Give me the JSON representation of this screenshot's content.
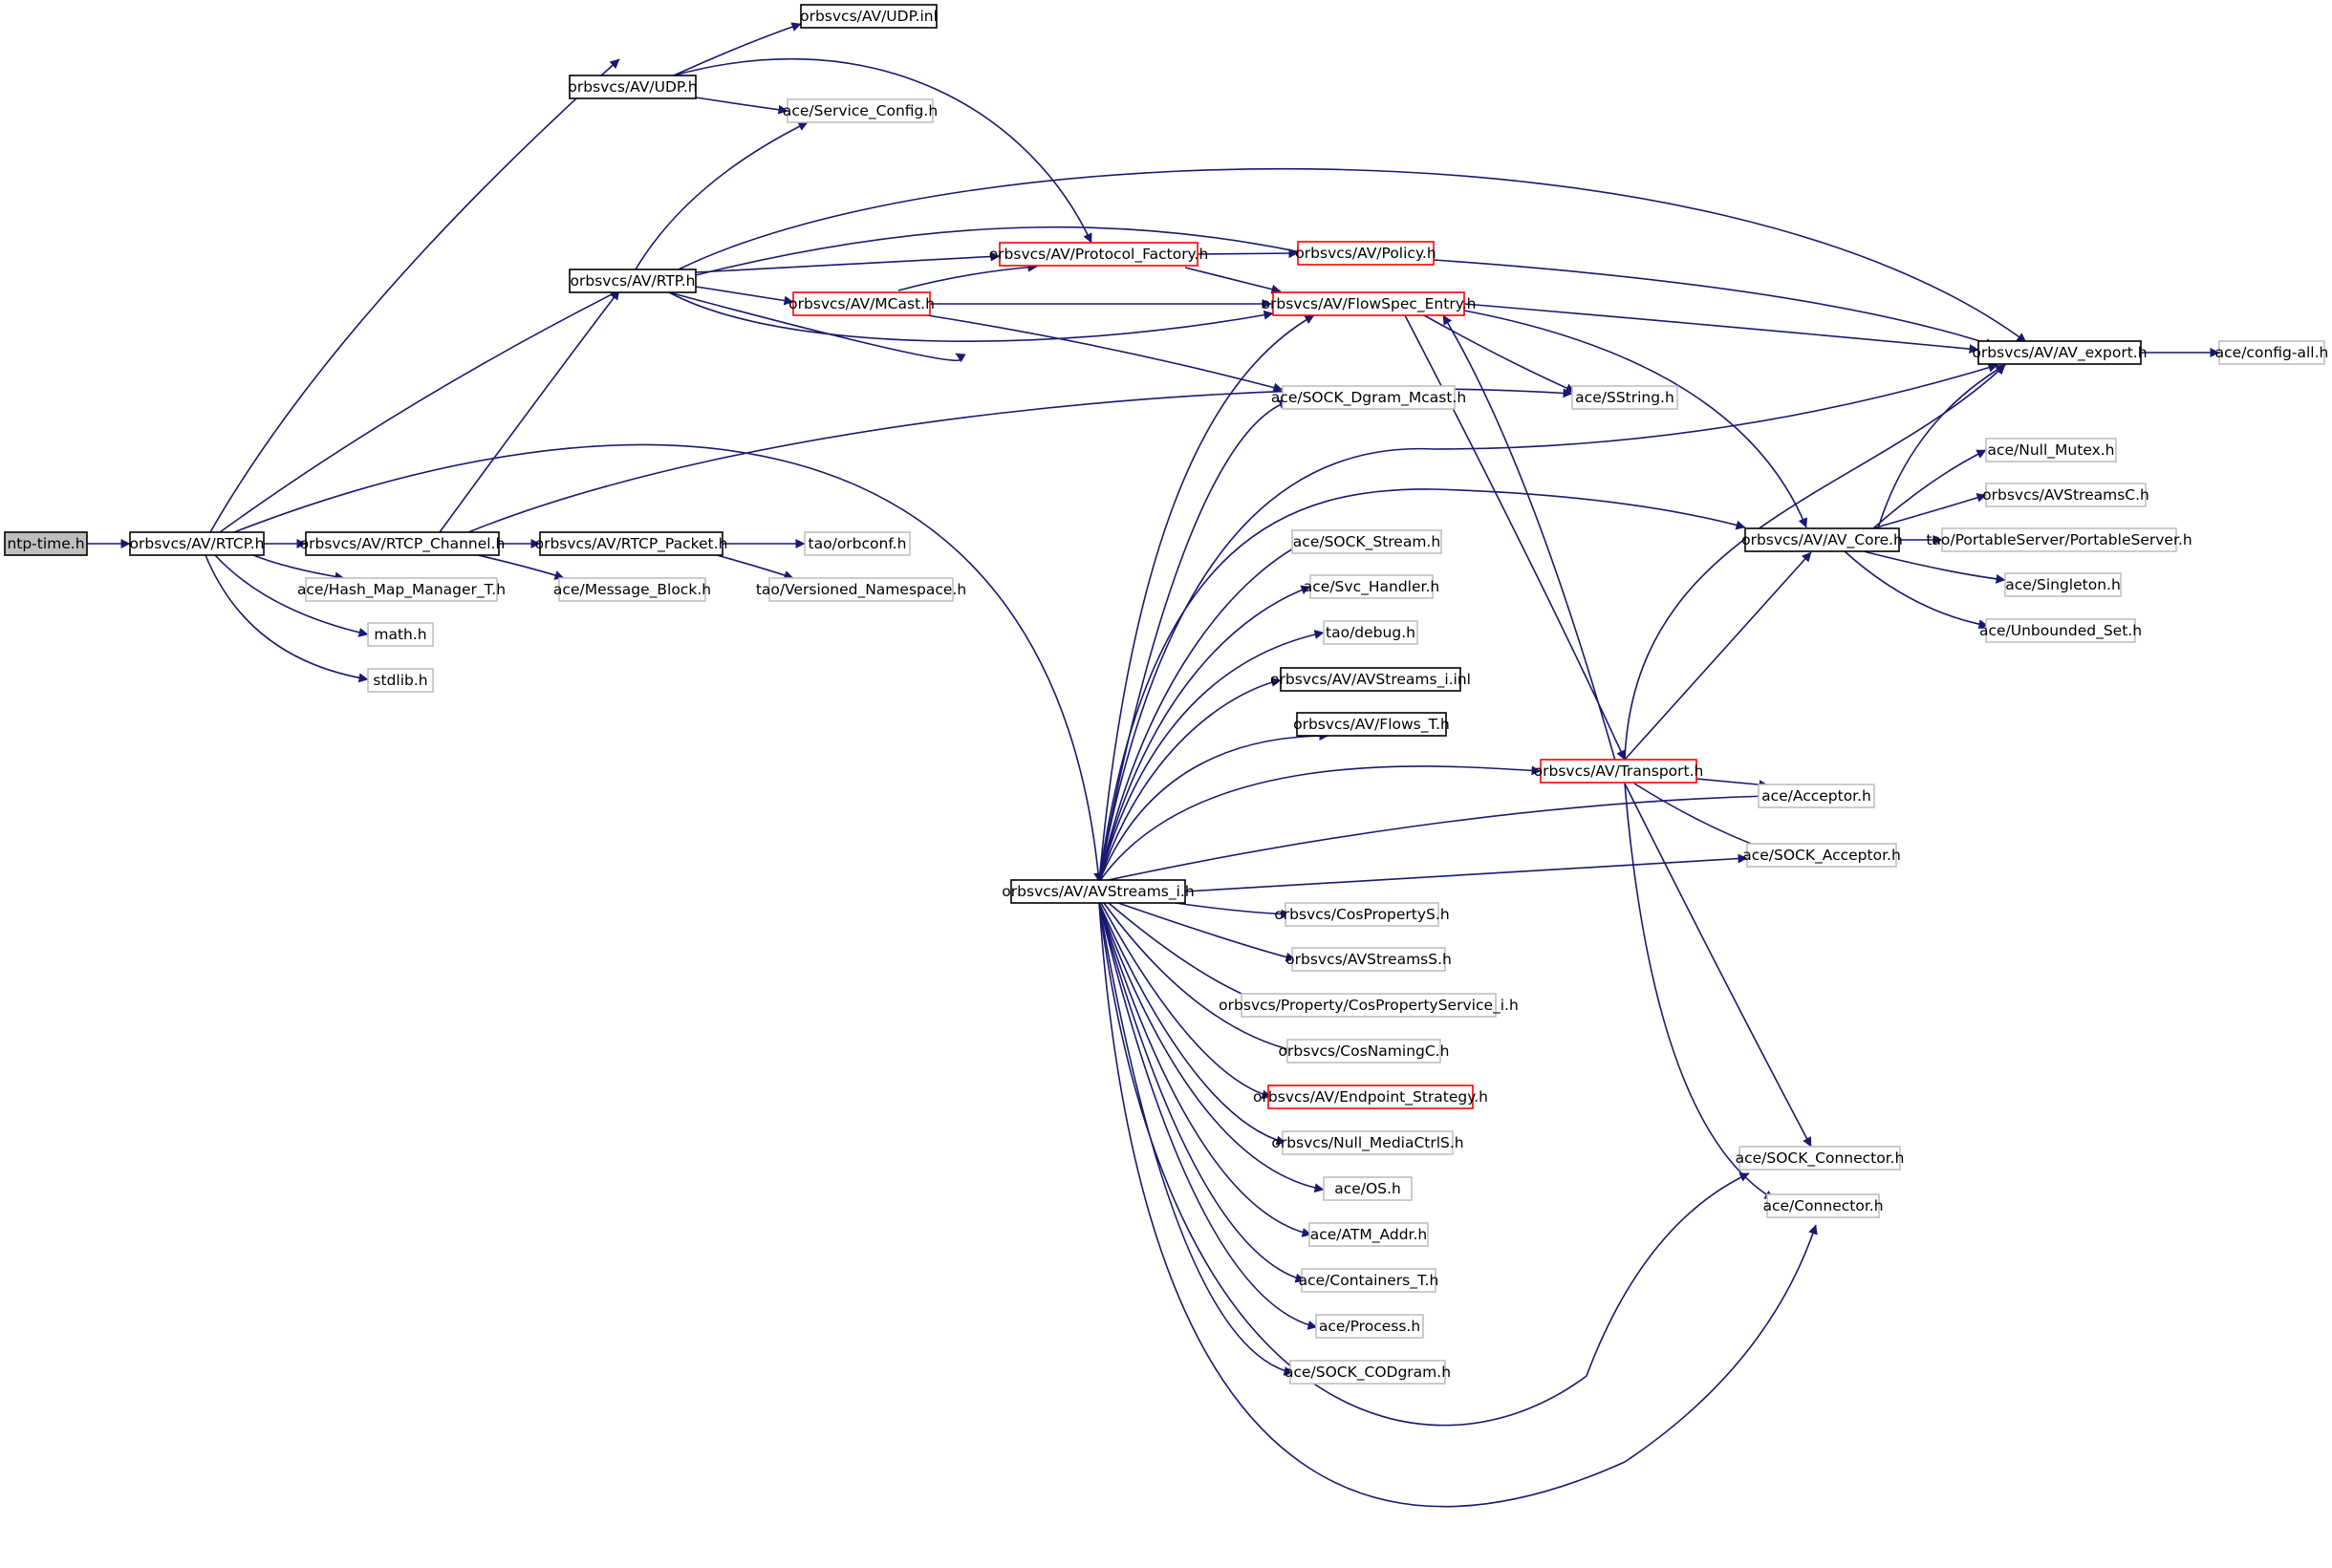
{
  "graph": {
    "nodes": {
      "ntp": "ntp-time.h",
      "rtcp": "orbsvcs/AV/RTCP.h",
      "udp": "orbsvcs/AV/UDP.h",
      "udpinl": "orbsvcs/AV/UDP.inl",
      "svccfg": "ace/Service_Config.h",
      "rtp": "orbsvcs/AV/RTP.h",
      "pfact": "orbsvcs/AV/Protocol_Factory.h",
      "policy": "orbsvcs/AV/Policy.h",
      "mcast": "orbsvcs/AV/MCast.h",
      "flowspec": "orbsvcs/AV/FlowSpec_Entry.h",
      "avexport": "orbsvcs/AV/AV_export.h",
      "configall": "ace/config-all.h",
      "dgram": "ace/SOCK_Dgram_Mcast.h",
      "sstring": "ace/SString.h",
      "channel": "orbsvcs/AV/RTCP_Channel.h",
      "packet": "orbsvcs/AV/RTCP_Packet.h",
      "orbconf": "tao/orbconf.h",
      "hashmap": "ace/Hash_Map_Manager_T.h",
      "msgblock": "ace/Message_Block.h",
      "versioned": "tao/Versioned_Namespace.h",
      "math": "math.h",
      "stdlib": "stdlib.h",
      "nullmutex": "ace/Null_Mutex.h",
      "avstreamsc": "orbsvcs/AVStreamsC.h",
      "avcore": "orbsvcs/AV/AV_Core.h",
      "portableserver": "tao/PortableServer/PortableServer.h",
      "singleton": "ace/Singleton.h",
      "unbounded": "ace/Unbounded_Set.h",
      "sockstream": "ace/SOCK_Stream.h",
      "svchandler": "ace/Svc_Handler.h",
      "debug": "tao/debug.h",
      "avsinl": "orbsvcs/AV/AVStreams_i.inl",
      "flowst": "orbsvcs/AV/Flows_T.h",
      "transport": "orbsvcs/AV/Transport.h",
      "acceptor": "ace/Acceptor.h",
      "sockacceptor": "ace/SOCK_Acceptor.h",
      "avstreams": "orbsvcs/AV/AVStreams_i.h",
      "cosprop": "orbsvcs/CosPropertyS.h",
      "avstreamss": "orbsvcs/AVStreamsS.h",
      "cospropsvc": "orbsvcs/Property/CosPropertyService_i.h",
      "cosnaming": "orbsvcs/CosNamingC.h",
      "endpoint": "orbsvcs/AV/Endpoint_Strategy.h",
      "nullmedia": "orbsvcs/Null_MediaCtrlS.h",
      "os": "ace/OS.h",
      "atm": "ace/ATM_Addr.h",
      "containers": "ace/Containers_T.h",
      "process": "ace/Process.h",
      "codgram": "ace/SOCK_CODgram.h",
      "sockconnector": "ace/SOCK_Connector.h",
      "connector": "ace/Connector.h"
    }
  }
}
